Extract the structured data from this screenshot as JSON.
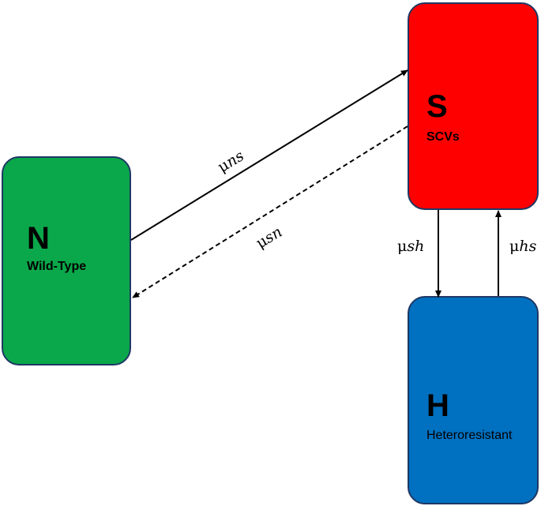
{
  "nodes": {
    "n": {
      "letter": "N",
      "label": "Wild-Type",
      "color": "#0aa84a"
    },
    "s": {
      "letter": "S",
      "label": "SCVs",
      "color": "#ff0000"
    },
    "h": {
      "letter": "H",
      "label": "Heteroresistant",
      "color": "#0070c0"
    }
  },
  "edges": {
    "ns": {
      "prefix": "μ",
      "sub": "ns",
      "style": "solid"
    },
    "sn": {
      "prefix": "μ",
      "sub": "sn",
      "style": "dashed"
    },
    "sh": {
      "prefix": "μ",
      "sub": "sh",
      "style": "solid"
    },
    "hs": {
      "prefix": "μ",
      "sub": "hs",
      "style": "solid"
    }
  }
}
